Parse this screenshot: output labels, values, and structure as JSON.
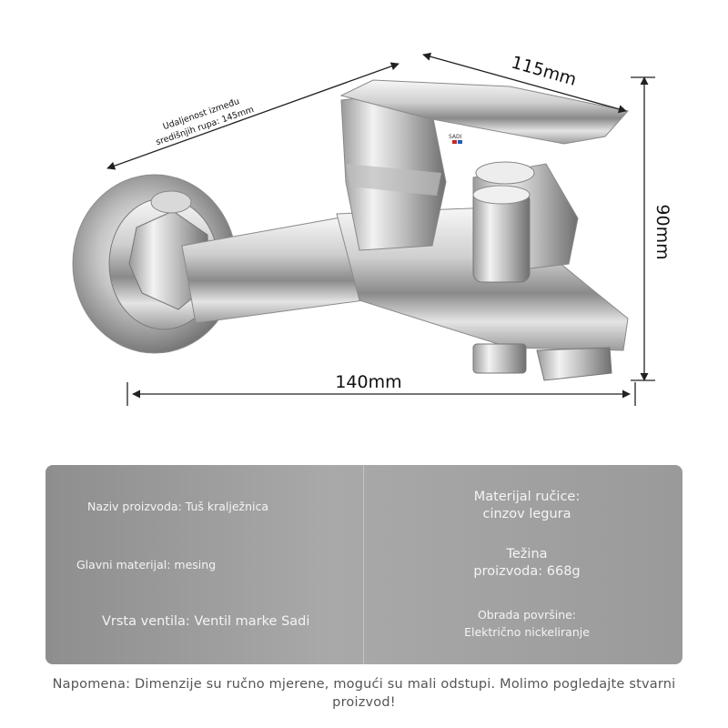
{
  "dimensions": {
    "hole_distance_label_line1": "Udaljenost između",
    "hole_distance_label_line2": "središnjih rupa: 145mm",
    "depth": "115mm",
    "height": "90mm",
    "width": "140mm"
  },
  "specs": {
    "product_name": "Naziv proizvoda: Tuš kralježnica",
    "main_material": "Glavni materijal: mesing",
    "valve_type": "Vrsta ventila: Ventil marke Sadi",
    "handle_material": "Materijal ručice:\ncinzov legura",
    "weight": "Težina\nproizvoda: 668g",
    "surface_finish": "Obrada površine:\nElektrično nickeliranje"
  },
  "footer": {
    "note": "Napomena: Dimenzije su ručno mjerene, mogući su mali odstupi. Molimo pogledajte stvarni proizvod!"
  },
  "colors": {
    "panel": "#9f9f9f",
    "dimension_lines": "#222222"
  }
}
